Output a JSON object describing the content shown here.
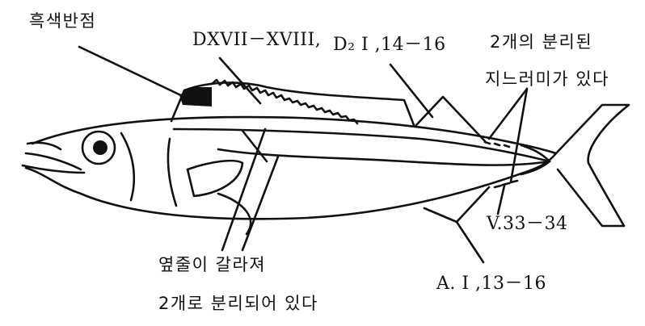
{
  "labels": {
    "black_spot": "흑색반점",
    "first_dorsal": "DXVII－XVIII,",
    "second_dorsal": "D₂ I ,14－16",
    "finlets_line1": "2개의 분리된",
    "finlets_line2": "지느러미가 있다",
    "ventral": "V.33－34",
    "lateral_line_1": "옆줄이 갈라져",
    "lateral_line_2": "2개로 분리되어 있다",
    "anal": "A. I ,13－16"
  },
  "colors": {
    "ink": "#111111",
    "background": "#ffffff",
    "spot": "#111111"
  }
}
